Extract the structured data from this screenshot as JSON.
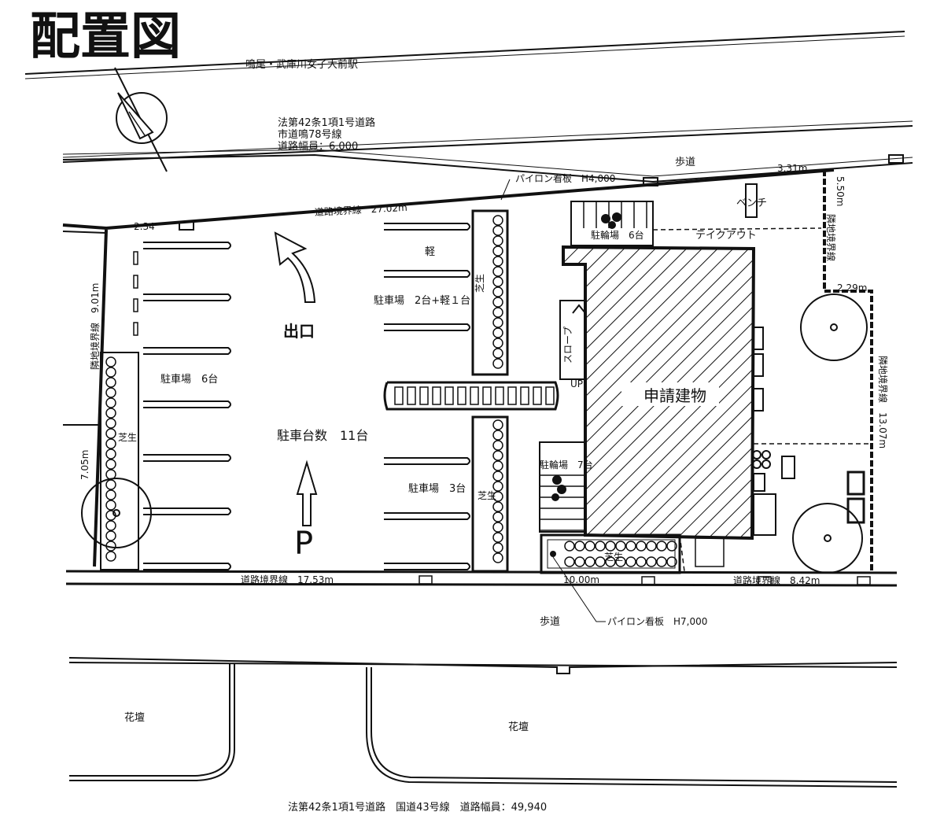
{
  "title": "配置図",
  "station": "鳴尾・武庫川女子大前駅",
  "north_road": {
    "line1": "法第42条1項1号道路",
    "line2": "市道鳴78号線",
    "line3": "道路幅員：6,000"
  },
  "south_road": "法第42条1項1号道路　国道43号線　道路幅員：49,940",
  "labels": {
    "sidewalk_north": "歩道",
    "sidewalk_south": "歩道",
    "pylon_north": "パイロン看板　H4,000",
    "pylon_south": "パイロン看板　H7,000",
    "bench": "ベンチ",
    "takeout": "テイクアウト",
    "bicycle_north": "駐輪場　6台",
    "bicycle_south": "駐輪場　7台",
    "kei": "軽",
    "parking_mid": "駐車場　2台+軽１台",
    "parking_left": "駐車場　6台",
    "parking_total": "駐車台数　11台",
    "parking_right_low": "駐車場　3台",
    "lawn_mid_top": "芝生",
    "lawn_left": "芝生",
    "lawn_mid_bottom": "芝生",
    "lawn_south": "芝生",
    "exit": "出口",
    "parking_mark": "P",
    "building": "申請建物",
    "slope": "スロープ",
    "up": "UP",
    "flowerbed_left": "花壇",
    "flowerbed_right": "花壇"
  },
  "dimensions": {
    "road_boundary_north": "道路境界線　27.02m",
    "nw_corner": "2.34",
    "west_boundary": "隣地境界線　9.01m",
    "west_lower": "7.05m",
    "ne_top": "3.31m",
    "east_upper_len": "5.50m",
    "east_upper_label": "隣地境界線",
    "east_step": "2.29m",
    "east_lower": "隣地境界線　13.07m",
    "south_left": "道路境界線　17.53m",
    "south_mid": "10.00m",
    "south_right": "道路境界線　8.42m"
  }
}
